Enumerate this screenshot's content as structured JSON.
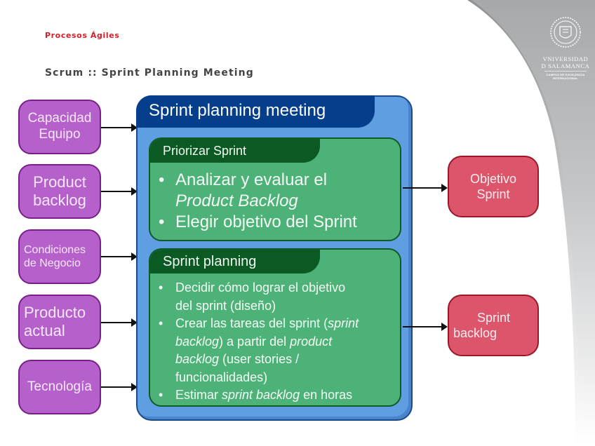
{
  "header": {
    "section": "Procesos Ágiles",
    "title": "Scrum :: Sprint Planning Meeting"
  },
  "logo": {
    "line1": "VNIVERSIDAD",
    "line2": "D SALAMANCA",
    "subtitle1": "CAMPUS DE EXCELENCIA",
    "subtitle2": "INTERNACIONAL"
  },
  "inputs": [
    {
      "line1": "Capacidad",
      "line2": "Equipo"
    },
    {
      "line1": "Product",
      "line2": "backlog"
    },
    {
      "line1": "Condiciones",
      "line2": "de Negocio"
    },
    {
      "line1": "Producto",
      "line2": "actual"
    },
    {
      "line1": "Tecnología",
      "line2": ""
    }
  ],
  "meeting": {
    "title": "Sprint planning meeting",
    "priorizar": {
      "title": "Priorizar Sprint",
      "bullet1_a": "Analizar y evaluar el",
      "bullet1_b_italic": "Product Backlog",
      "bullet2": "Elegir objetivo del Sprint"
    },
    "planning": {
      "title": "Sprint planning",
      "bullet1_a": "Decidir cómo lograr el objetivo",
      "bullet1_b": "del sprint (diseño)",
      "bullet2_a": "Crear las tareas del sprint (",
      "bullet2_a_italic": "sprint",
      "bullet2_b_italic": "backlog",
      "bullet2_b": ") a partir del ",
      "bullet2_b_italic2": "product",
      "bullet2_c_italic": "backlog",
      "bullet2_c": " (user stories /",
      "bullet2_d": "funcionalidades)",
      "bullet3_a": "Estimar ",
      "bullet3_italic": "sprint backlog",
      "bullet3_b": " en horas"
    }
  },
  "outputs": [
    {
      "line1": "Objetivo",
      "line2": "Sprint"
    },
    {
      "line1": "Sprint",
      "line2": "backlog"
    }
  ],
  "colors": {
    "input_fill": "#b660cc",
    "meeting_fill": "#5f9ee0",
    "meeting_header": "#053e8a",
    "activity_fill": "#4cb277",
    "activity_header": "#0b5a24",
    "output_fill": "#dc556b",
    "section_title": "#d0202a"
  }
}
